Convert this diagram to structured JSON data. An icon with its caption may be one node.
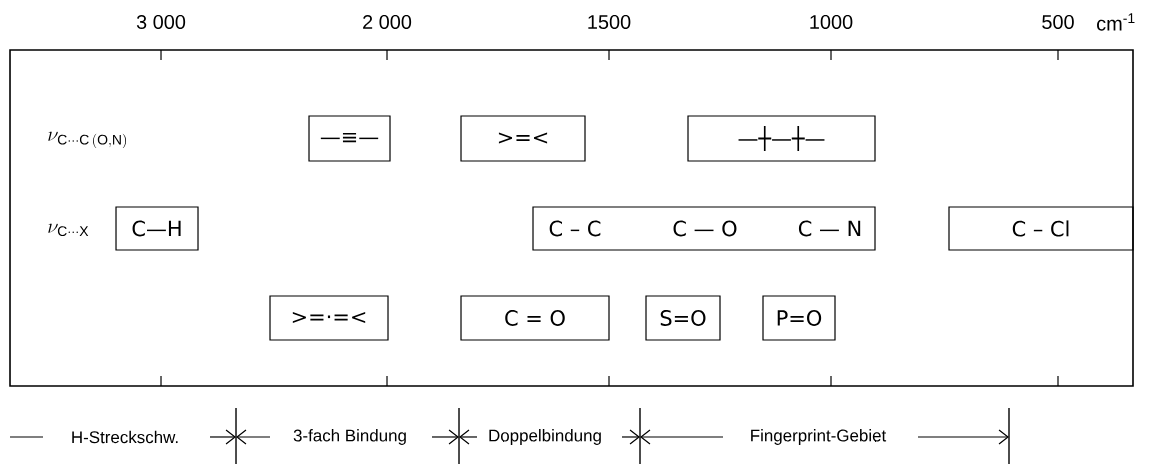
{
  "diagram": {
    "nodes": [
      {
        "text": [
          "—≡—"
        ]
      },
      {
        "text": [
          ">=<"
        ]
      },
      {
        "text": [
          "—┼—┼—"
        ]
      },
      {
        "text": [
          "C—H"
        ]
      },
      {
        "text": [
          "C – C",
          "C — O",
          "C — N"
        ]
      },
      {
        "text": [
          "C – Cl"
        ]
      },
      {
        "text": [
          ">=·=<"
        ]
      },
      {
        "text": [
          "C = O"
        ]
      },
      {
        "text": [
          "S=O"
        ]
      },
      {
        "text": [
          "P=O"
        ]
      }
    ],
    "labels": [
      "3 000",
      "2 000",
      "1500",
      "1000",
      "500",
      "cm$^{-1}$",
      "\\nu_{\\mathrm{C\\cdots C\\,(O,N)}}",
      "\\nu_{\\mathrm{C\\cdots X}}",
      "H-Streckschw.",
      "3-fach Bindung",
      "Doppelbindung",
      "Fingerprint-Gebiet"
    ]
  }
}
